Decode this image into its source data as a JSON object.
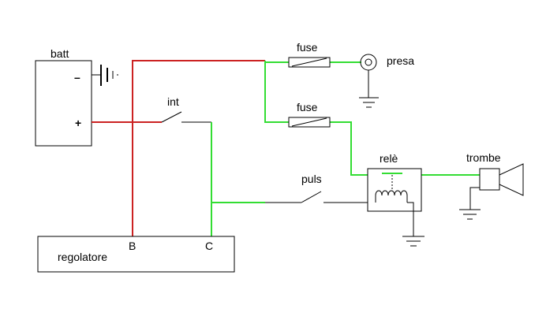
{
  "labels": {
    "batt": "batt",
    "minus": "–",
    "plus": "+",
    "int": "int",
    "fuse_top": "fuse",
    "fuse_mid": "fuse",
    "presa": "presa",
    "rele": "relè",
    "trombe": "trombe",
    "puls": "puls",
    "regolatore": "regolatore",
    "terminal_b": "B",
    "terminal_c": "C"
  },
  "colors": {
    "red_wire": "#cc2222",
    "green_wire": "#33dd33",
    "black_wire": "#000000",
    "background": "#ffffff"
  }
}
